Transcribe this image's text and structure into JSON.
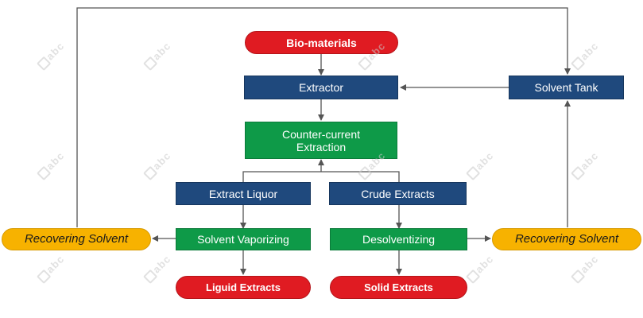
{
  "nodes": {
    "bio_materials": "Bio-materials",
    "extractor": "Extractor",
    "solvent_tank": "Solvent Tank",
    "counter_current": "Counter-current Extraction",
    "extract_liquor": "Extract Liquor",
    "crude_extracts": "Crude Extracts",
    "recovering_left": "Recovering Solvent",
    "solvent_vaporizing": "Solvent Vaporizing",
    "desolventizing": "Desolventizing",
    "recovering_right": "Recovering Solvent",
    "liquid_extracts": "Liguid Extracts",
    "solid_extracts": "Solid Extracts"
  },
  "watermark": "abc",
  "colors": {
    "red": "#e01b22",
    "blue": "#1f497d",
    "green": "#0e9a48",
    "yellow": "#f7b200",
    "connector": "#555555"
  }
}
